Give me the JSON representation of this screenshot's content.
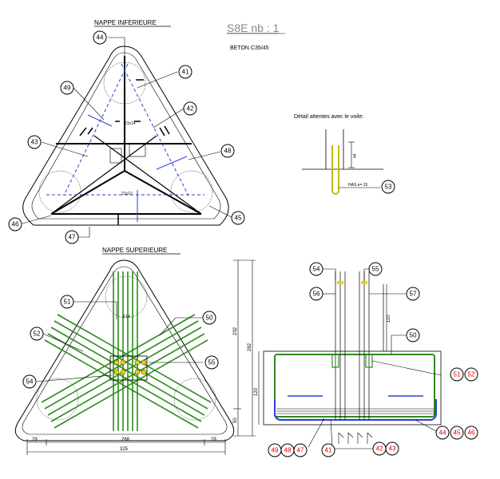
{
  "title": "S8E nb : 1",
  "concrete": "BETON C35/45",
  "sections": {
    "lower": "NAPPE INFERIEURE",
    "upper": "NAPPE SUPERIEURE",
    "detail": "Détail attentes avec le voile:"
  },
  "notes": {
    "has": "HAS   e= 15",
    "bar_a": "21x12",
    "bar_b": "21x14",
    "bar_c": "E14",
    "detail_dim": "44"
  },
  "dimensions": {
    "bottom_total": "325",
    "bottom_mid": "268",
    "bottom_left": "29",
    "bottom_right": "29",
    "right_total": "282",
    "right_upper": "232",
    "right_lower": "50",
    "sec_height": "120",
    "sec_top": "110"
  },
  "callouts": {
    "c44": "44",
    "c41": "41",
    "c49": "49",
    "c42": "42",
    "c43": "43",
    "c48": "48",
    "c46": "46",
    "c45": "45",
    "c47": "47",
    "c53": "53",
    "c51": "51",
    "c50": "50",
    "c52": "52",
    "c54": "54",
    "c55": "55",
    "s54": "54",
    "s55": "55",
    "s56": "56",
    "s57": "57",
    "s50": "50",
    "s51": "51",
    "s52": "52",
    "s44": "44",
    "s45": "45",
    "s46": "46",
    "s49": "49",
    "s48": "48",
    "s47": "47",
    "s41": "41",
    "s42": "42",
    "s43": "43"
  },
  "colors": {
    "green": "#2e8b1e",
    "blue": "#2f3fd6",
    "red": "#e00000",
    "yellow": "#e8d400",
    "outline": "#000000"
  }
}
